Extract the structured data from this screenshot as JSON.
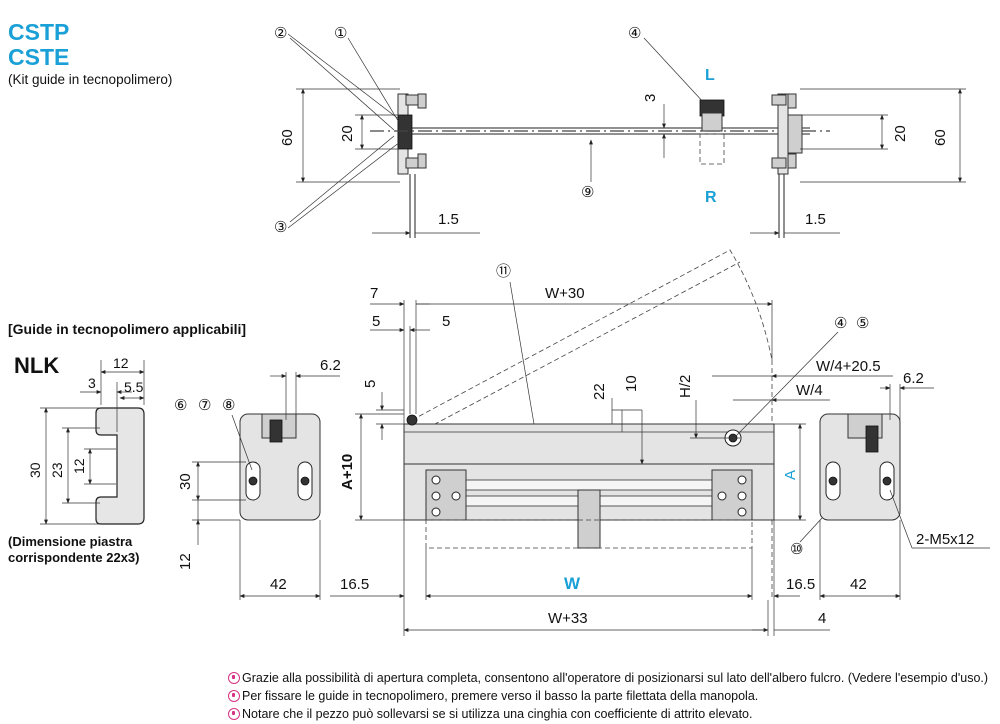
{
  "header": {
    "title_1": "CSTP",
    "title_2": "CSTE",
    "subtitle": "(Kit guide in tecnopolimero)"
  },
  "applicable": {
    "heading": "[Guide in tecnopolimero applicabili]",
    "model": "NLK",
    "dims": {
      "d12": "12",
      "d3": "3",
      "d5_5": "5.5",
      "d30": "30",
      "d23": "23",
      "d12b": "12"
    },
    "note_1": "(Dimensione piastra",
    "note_2": "corrispondente 22x3)"
  },
  "top_view": {
    "labels": {
      "n1": "①",
      "n2": "②",
      "n3": "③",
      "n4": "④",
      "n9": "⑨"
    },
    "dims": {
      "h60_left": "60",
      "h20_left": "20",
      "d3": "3",
      "d1_5_left": "1.5",
      "h20_right": "20",
      "h60_right": "60",
      "d1_5_right": "1.5"
    },
    "L": "L",
    "R": "R"
  },
  "front_view": {
    "labels": {
      "n11": "⑪",
      "n4": "④",
      "n5": "⑤",
      "n6": "⑥",
      "n7": "⑦",
      "n8": "⑧",
      "n10": "⑩"
    },
    "dims": {
      "d7": "7",
      "d5a": "5",
      "d5b": "5",
      "d5c": "5",
      "W30": "W+30",
      "d22": "22",
      "d10": "10",
      "H2": "H/2",
      "W4_20_5": "W/4+20.5",
      "W4": "W/4",
      "d6_2_left": "6.2",
      "d6_2_right": "6.2",
      "A10": "A+10",
      "A": "A",
      "d30": "30",
      "d12": "12",
      "d42_left": "42",
      "d42_right": "42",
      "d16_5_left": "16.5",
      "d16_5_right": "16.5",
      "W": "W",
      "W33": "W+33",
      "d4": "4",
      "M5x12": "2-M5x12"
    }
  },
  "notes": [
    "Grazie alla possibilità di apertura completa, consentono all'operatore di posizionarsi sul lato dell'albero fulcro. (Vedere l'esempio d'uso.)",
    "Per fissare le guide in tecnopolimero, premere verso il basso la parte filettata della manopola.",
    "Notare che il pezzo può sollevarsi se si utilizza una cinghia con coefficiente di attrito elevato."
  ],
  "colors": {
    "accent": "#1aa0d6",
    "note_icon": "#d63384"
  }
}
